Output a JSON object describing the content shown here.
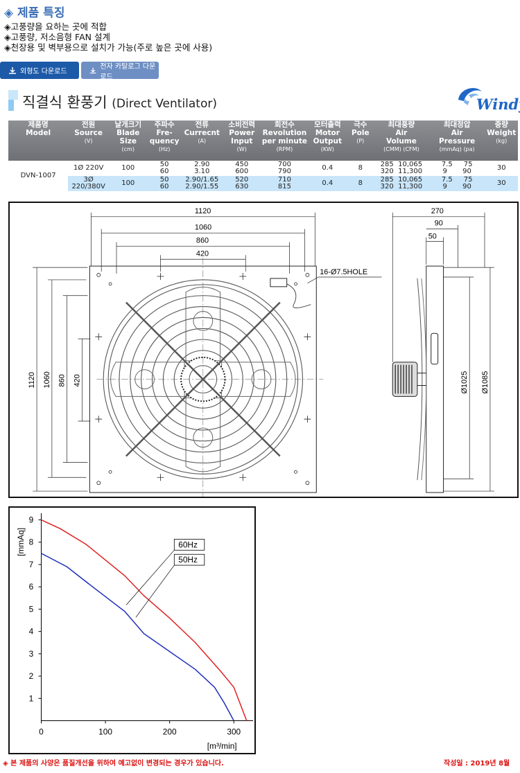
{
  "features": {
    "title": "◈ 제품 특징",
    "items": [
      "◈고풍량을 요하는 곳에 적합",
      "◈고풍량, 저소음형 FAN 설계",
      "◈천장용 및 벽부용으로 설치가 가능(주로 높은 곳에 사용)"
    ]
  },
  "buttons": {
    "drawing_download": "외형도 다운로드",
    "catalog_download": "전자 카탈로그 다운로드"
  },
  "product": {
    "title_ko": "직결식 환풍기",
    "title_en": "(Direct Ventilator)",
    "brand": "Windy"
  },
  "spec_table": {
    "headers": [
      {
        "ko": "제품명",
        "en": "Model",
        "en2": "",
        "unit": ""
      },
      {
        "ko": "전원",
        "en": "Source",
        "en2": "",
        "unit": "(V)"
      },
      {
        "ko": "날개크기",
        "en": "Blade",
        "en2": "Size",
        "unit": "(cm)"
      },
      {
        "ko": "주파수",
        "en": "Fre-",
        "en2": "quency",
        "unit": "(Hz)"
      },
      {
        "ko": "전류",
        "en": "Currecnt",
        "en2": "",
        "unit": "(A)"
      },
      {
        "ko": "소비전력",
        "en": "Power",
        "en2": "Input",
        "unit": "(W)"
      },
      {
        "ko": "회전수",
        "en": "Revolution",
        "en2": "per minute",
        "unit": "(RPM)"
      },
      {
        "ko": "모터출력",
        "en": "Motor",
        "en2": "Output",
        "unit": "(KW)"
      },
      {
        "ko": "극수",
        "en": "Pole",
        "en2": "",
        "unit": "(P)"
      },
      {
        "ko": "최대풍량",
        "en": "Air",
        "en2": "Volume",
        "unit": "(CMM)   (CFM)"
      },
      {
        "ko": "최대정압",
        "en": "Air",
        "en2": "Pressure",
        "unit": "(mmAq)   (pa)"
      },
      {
        "ko": "중량",
        "en": "Weight",
        "en2": "",
        "unit": "(kg)"
      }
    ],
    "model": "DVN-1007",
    "rows": [
      {
        "source": "1Ø 220V",
        "blade": "100",
        "freq": [
          "50",
          "60"
        ],
        "current": [
          "2.90",
          "3.10"
        ],
        "power": [
          "450",
          "600"
        ],
        "rpm": [
          "700",
          "790"
        ],
        "motor": "0.4",
        "pole": "8",
        "cmm": [
          "285",
          "320"
        ],
        "cfm": [
          "10,065",
          "11,300"
        ],
        "mmaq": [
          "7.5",
          "9"
        ],
        "pa": [
          "75",
          "90"
        ],
        "weight": "30"
      },
      {
        "source": "3Ø 220/380V",
        "blade": "100",
        "freq": [
          "50",
          "60"
        ],
        "current": [
          "2.90/1.65",
          "2.90/1.55"
        ],
        "power": [
          "520",
          "630"
        ],
        "rpm": [
          "710",
          "815"
        ],
        "motor": "0.4",
        "pole": "8",
        "cmm": [
          "285",
          "320"
        ],
        "cfm": [
          "10,065",
          "11,300"
        ],
        "mmaq": [
          "7.5",
          "9"
        ],
        "pa": [
          "75",
          "90"
        ],
        "weight": "30"
      }
    ]
  },
  "drawing": {
    "dims_front_h": [
      "1120",
      "1060",
      "860",
      "420"
    ],
    "dims_front_v": [
      "1120",
      "1060",
      "860",
      "420"
    ],
    "hole_note": "16-Ø7.5HOLE",
    "dims_side_h": [
      "270",
      "90",
      "50"
    ],
    "dims_side_v": [
      "Ø1025",
      "Ø1085"
    ]
  },
  "chart_data": {
    "type": "line",
    "title": "",
    "xlabel": "[m³/min]",
    "ylabel": "[mmAq]",
    "xlim": [
      0,
      330
    ],
    "ylim": [
      0,
      9.3
    ],
    "xticks": [
      0,
      100,
      200,
      300
    ],
    "yticks": [
      1,
      2,
      3,
      4,
      5,
      6,
      7,
      8,
      9
    ],
    "x_tick_labels": [
      "0",
      "100",
      "200",
      "300"
    ],
    "y_tick_labels": [
      "1",
      "2",
      "3",
      "4",
      "5",
      "6",
      "7",
      "8",
      "9"
    ],
    "series": [
      {
        "name": "60Hz",
        "color": "#e02020",
        "points": [
          [
            0,
            9.0
          ],
          [
            30,
            8.6
          ],
          [
            70,
            7.9
          ],
          [
            100,
            7.2
          ],
          [
            130,
            6.5
          ],
          [
            160,
            5.6
          ],
          [
            200,
            4.6
          ],
          [
            240,
            3.5
          ],
          [
            280,
            2.2
          ],
          [
            300,
            1.5
          ],
          [
            320,
            0
          ]
        ]
      },
      {
        "name": "50Hz",
        "color": "#1c2eb8",
        "points": [
          [
            0,
            7.5
          ],
          [
            40,
            6.9
          ],
          [
            80,
            6.0
          ],
          [
            130,
            4.9
          ],
          [
            160,
            3.9
          ],
          [
            200,
            3.1
          ],
          [
            240,
            2.3
          ],
          [
            270,
            1.5
          ],
          [
            285,
            0.8
          ],
          [
            300,
            0
          ]
        ]
      }
    ],
    "legend": "center"
  },
  "footer": {
    "note": "◈ 본 제품의 사양은 품질개선을 위하여 예고없이 변경되는 경우가 있습니다.",
    "date": "작성일 : 2019년 8월"
  },
  "colors": {
    "accent": "#3b6fb6",
    "button_primary": "#1c5aa8",
    "button_secondary": "#6e8fc4",
    "table_highlight": "#c8e5fa",
    "footer_red": "#d11111"
  }
}
